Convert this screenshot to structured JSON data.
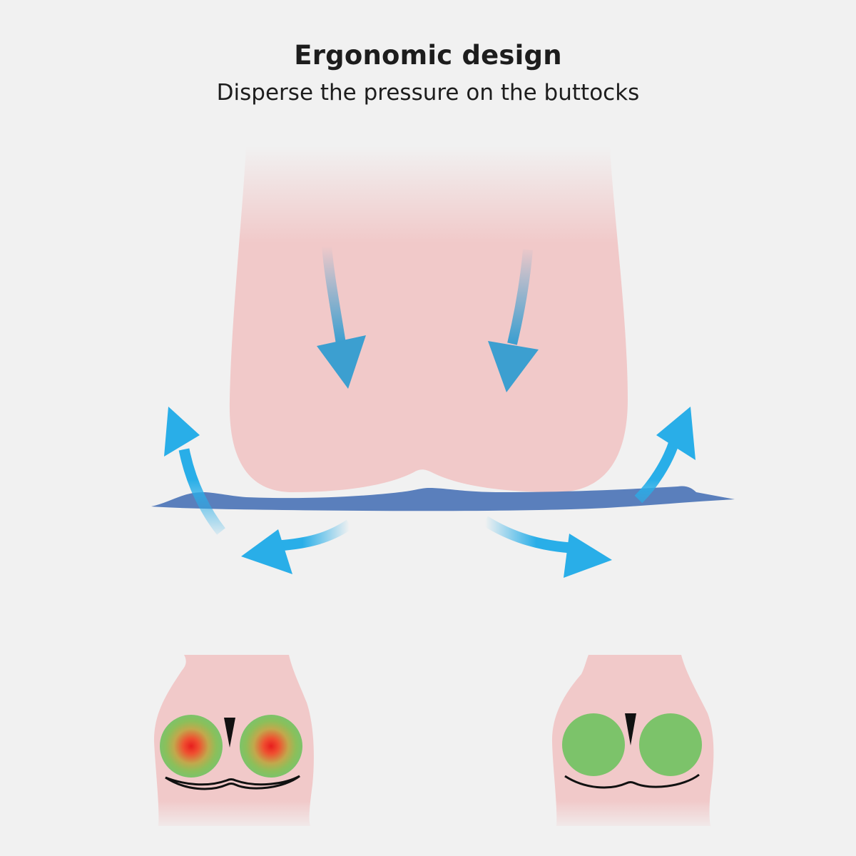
{
  "header": {
    "title": "Ergonomic design",
    "subtitle": "Disperse the pressure on the buttocks"
  },
  "colors": {
    "background": "#f1f1f1",
    "skin": "#f1c9c9",
    "cushion": "#5a7fbc",
    "arrow_down": "#3c9fd0",
    "arrow_spread": "#29aee8",
    "pressure_high": "#e81e1e",
    "pressure_low": "#7cc36a"
  },
  "illustrations": {
    "main": "pressure-dispersion-illustration",
    "left_comparison": "high-pressure-points",
    "right_comparison": "evenly-dispersed-pressure"
  }
}
